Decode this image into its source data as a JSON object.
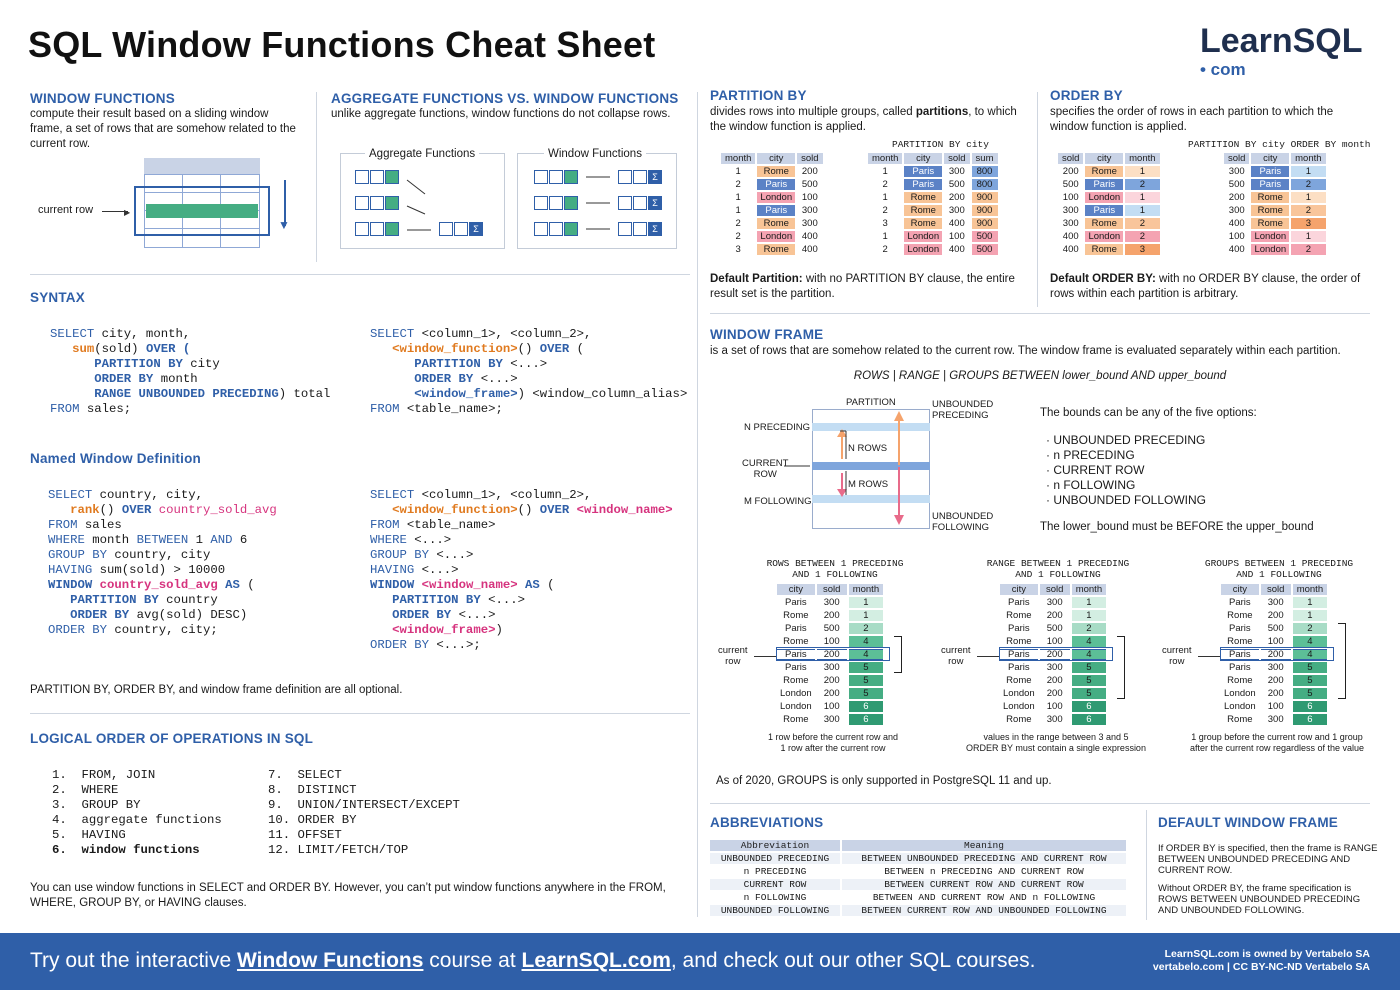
{
  "title": "SQL Window Functions Cheat Sheet",
  "logo": {
    "name": "LearnSQL",
    "sub": "• com"
  },
  "window_functions": {
    "heading": "WINDOW FUNCTIONS",
    "text": "compute their result based on a sliding window frame, a set of rows that are somehow related to the current row.",
    "current_row": "current row"
  },
  "aggregate": {
    "heading": "AGGREGATE FUNCTIONS VS. WINDOW FUNCTIONS",
    "text": "unlike aggregate functions, window functions do not collapse rows.",
    "left_label": "Aggregate Functions",
    "right_label": "Window Functions",
    "sigma": "Σ"
  },
  "syntax": {
    "heading": "SYNTAX",
    "named_heading": "Named Window Definition",
    "optional_note": "PARTITION BY, ORDER BY, and window frame definition are all optional."
  },
  "logical": {
    "heading": "LOGICAL ORDER OF OPERATIONS IN SQL",
    "items": [
      "1.  FROM, JOIN",
      "2.  WHERE",
      "3.  GROUP BY",
      "4.  aggregate functions",
      "5.  HAVING",
      "6.  window functions",
      "7.  SELECT",
      "8.  DISTINCT",
      "9.  UNION/INTERSECT/EXCEPT",
      "10. ORDER BY",
      "11. OFFSET",
      "12. LIMIT/FETCH/TOP"
    ],
    "note": "You can use window functions in SELECT and ORDER BY. However, you can’t put window functions anywhere in the FROM, WHERE, GROUP BY, or HAVING clauses."
  },
  "partition_by": {
    "heading": "PARTITION BY",
    "text_a": "divides rows into multiple groups, called ",
    "text_b": "partitions",
    "text_c": ", to which the window function is applied.",
    "caption": "PARTITION BY city",
    "default_b": "Default Partition:",
    "default_t": " with no PARTITION BY clause, the entire result set is the partition.",
    "left_headers": [
      "month",
      "city",
      "sold"
    ],
    "left_rows": [
      [
        "1",
        "Rome",
        "200"
      ],
      [
        "2",
        "Paris",
        "500"
      ],
      [
        "1",
        "London",
        "100"
      ],
      [
        "1",
        "Paris",
        "300"
      ],
      [
        "2",
        "Rome",
        "300"
      ],
      [
        "2",
        "London",
        "400"
      ],
      [
        "3",
        "Rome",
        "400"
      ]
    ],
    "right_headers": [
      "month",
      "city",
      "sold",
      "sum"
    ],
    "right_rows": [
      [
        "1",
        "Paris",
        "300",
        "800"
      ],
      [
        "2",
        "Paris",
        "500",
        "800"
      ],
      [
        "1",
        "Rome",
        "200",
        "900"
      ],
      [
        "2",
        "Rome",
        "300",
        "900"
      ],
      [
        "3",
        "Rome",
        "400",
        "900"
      ],
      [
        "1",
        "London",
        "100",
        "500"
      ],
      [
        "2",
        "London",
        "400",
        "500"
      ]
    ]
  },
  "order_by": {
    "heading": "ORDER BY",
    "text": "specifies the order of rows in each partition to which the window function is applied.",
    "caption": "PARTITION BY city ORDER BY month",
    "default_b": "Default ORDER BY:",
    "default_t": " with no ORDER BY clause, the order of rows within each partition is arbitrary.",
    "left_headers": [
      "sold",
      "city",
      "month"
    ],
    "left_rows": [
      [
        "200",
        "Rome",
        "1"
      ],
      [
        "500",
        "Paris",
        "2"
      ],
      [
        "100",
        "London",
        "1"
      ],
      [
        "300",
        "Paris",
        "1"
      ],
      [
        "300",
        "Rome",
        "2"
      ],
      [
        "400",
        "London",
        "2"
      ],
      [
        "400",
        "Rome",
        "3"
      ]
    ],
    "right_headers": [
      "sold",
      "city",
      "month"
    ],
    "right_rows": [
      [
        "300",
        "Paris",
        "1"
      ],
      [
        "500",
        "Paris",
        "2"
      ],
      [
        "200",
        "Rome",
        "1"
      ],
      [
        "300",
        "Rome",
        "2"
      ],
      [
        "400",
        "Rome",
        "3"
      ],
      [
        "100",
        "London",
        "1"
      ],
      [
        "400",
        "London",
        "2"
      ]
    ]
  },
  "window_frame": {
    "heading": "WINDOW FRAME",
    "text": "is a set of rows that are somehow related to the current row. The window frame is evaluated separately within each partition.",
    "formula": "ROWS | RANGE | GROUPS BETWEEN lower_bound AND upper_bound",
    "diagram": {
      "partition": "PARTITION",
      "unbounded_preceding": "UNBOUNDED\nPRECEDING",
      "unbounded_following": "UNBOUNDED\nFOLLOWING",
      "n_preceding": "N PRECEDING",
      "current_row": "CURRENT\nROW",
      "m_following": "M FOLLOWING",
      "n_rows": "N ROWS",
      "m_rows": "M ROWS"
    },
    "bounds_intro": "The bounds can be any of the five options:",
    "bounds": [
      "· UNBOUNDED PRECEDING",
      "· n PRECEDING",
      "· CURRENT ROW",
      "· n FOLLOWING",
      "· UNBOUNDED FOLLOWING"
    ],
    "bounds_note": "The lower_bound must be BEFORE the upper_bound",
    "examples": [
      {
        "title": "ROWS BETWEEN 1 PRECEDING\nAND 1 FOLLOWING",
        "caption": "1 row before the current row and\n1 row after the current row"
      },
      {
        "title": "RANGE BETWEEN 1 PRECEDING\nAND 1 FOLLOWING",
        "caption": "values in the range between 3 and 5\nORDER BY must contain a single expression"
      },
      {
        "title": "GROUPS BETWEEN 1 PRECEDING\nAND 1 FOLLOWING",
        "caption": "1 group before the current row and 1 group\nafter the current row regardless of the value"
      }
    ],
    "ex_headers": [
      "city",
      "sold",
      "month"
    ],
    "ex_rows": [
      [
        "Paris",
        "300",
        "1"
      ],
      [
        "Rome",
        "200",
        "1"
      ],
      [
        "Paris",
        "500",
        "2"
      ],
      [
        "Rome",
        "100",
        "4"
      ],
      [
        "Paris",
        "200",
        "4"
      ],
      [
        "Paris",
        "300",
        "5"
      ],
      [
        "Rome",
        "200",
        "5"
      ],
      [
        "London",
        "200",
        "5"
      ],
      [
        "London",
        "100",
        "6"
      ],
      [
        "Rome",
        "300",
        "6"
      ]
    ],
    "current_row_label": "current\nrow",
    "groups_note": "As of 2020, GROUPS is only supported in PostgreSQL 11 and up."
  },
  "abbreviations": {
    "heading": "ABBREVIATIONS",
    "headers": [
      "Abbreviation",
      "Meaning"
    ],
    "rows": [
      [
        "UNBOUNDED PRECEDING",
        "BETWEEN UNBOUNDED PRECEDING AND CURRENT ROW"
      ],
      [
        "n PRECEDING",
        "BETWEEN n PRECEDING AND CURRENT ROW"
      ],
      [
        "CURRENT ROW",
        "BETWEEN CURRENT ROW AND CURRENT ROW"
      ],
      [
        "n FOLLOWING",
        "BETWEEN AND CURRENT ROW AND n FOLLOWING"
      ],
      [
        "UNBOUNDED FOLLOWING",
        "BETWEEN CURRENT ROW AND UNBOUNDED FOLLOWING"
      ]
    ]
  },
  "default_frame": {
    "heading": "DEFAULT WINDOW FRAME",
    "p1": "If ORDER BY is specified, then the frame is RANGE BETWEEN UNBOUNDED PRECEDING AND CURRENT ROW.",
    "p2": "Without ORDER BY, the frame specification is ROWS BETWEEN UNBOUNDED PRECEDING AND UNBOUNDED FOLLOWING."
  },
  "footer": {
    "a": "Try out the interactive ",
    "b": "Window Functions",
    "c": " course at ",
    "d": "LearnSQL.com",
    "e": ", and check out our other SQL courses.",
    "r1": "LearnSQL.com is owned by Vertabelo SA",
    "r2": "vertabelo.com | CC BY-NC-ND Vertabelo SA"
  }
}
